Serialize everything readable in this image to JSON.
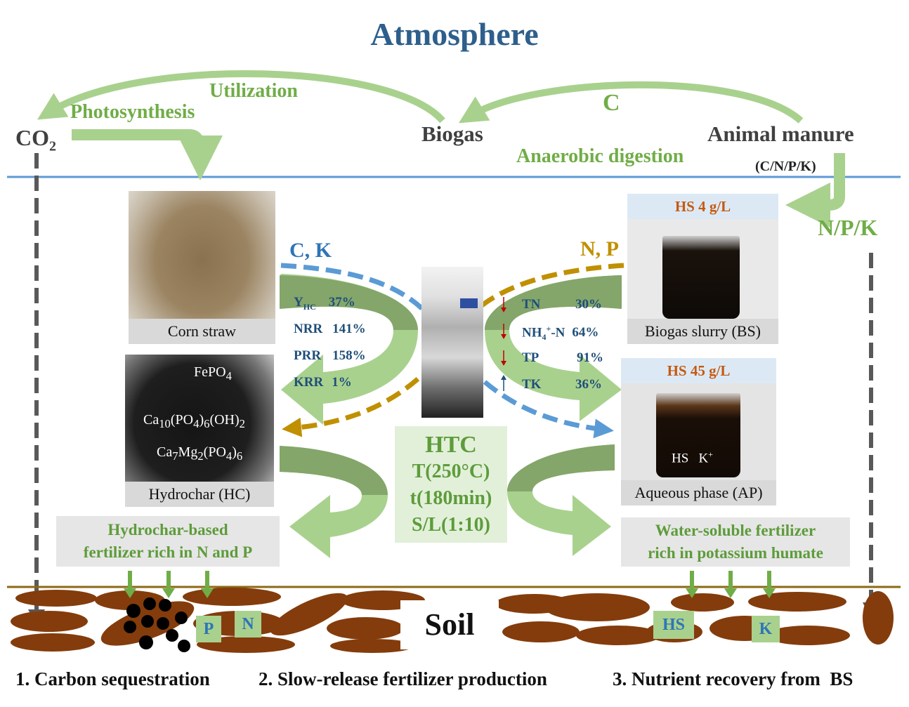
{
  "title": "Atmosphere",
  "atmosphere": {
    "co2": "CO",
    "co2_sub": "2",
    "photosynthesis": "Photosynthesis",
    "utilization": "Utilization",
    "biogas": "Biogas",
    "c_label": "C",
    "animal_manure": "Animal manure",
    "anaerobic_digestion": "Anaerobic digestion",
    "cnpk": "(C/N/P/K)",
    "npk": "N/P/K"
  },
  "left": {
    "ck_label": "C, K",
    "corn_straw": "Corn straw",
    "hydrochar": "Hydrochar (HC)",
    "fepo4": "FePO",
    "fepo4_sub": "4",
    "hap": [
      "Ca",
      "10",
      "(PO",
      "4",
      ")",
      "6",
      "(OH)",
      "2"
    ],
    "camg": [
      "Ca",
      "7",
      "Mg",
      "2",
      "(PO",
      "4",
      ")",
      "6"
    ],
    "stats": [
      {
        "name": "Y",
        "sub": "HC",
        "value": "37%"
      },
      {
        "name": "NRR",
        "value": "141%"
      },
      {
        "name": "PRR",
        "value": "158%"
      },
      {
        "name": "KRR",
        "value": "1%"
      }
    ],
    "fertilizer": [
      "Hydrochar-based",
      "fertilizer rich in N and P"
    ]
  },
  "right": {
    "np_label": "N, P",
    "bs_hs": "HS 4 g/L",
    "bs_caption": "Biogas slurry (BS)",
    "ap_hs": "HS 45 g/L",
    "ap_caption": "Aqueous phase (AP)",
    "ap_inner": "HS   K",
    "ap_inner_sup": "+",
    "stats": [
      {
        "name": "TN",
        "value": "30%",
        "trend": "down"
      },
      {
        "name": "NH",
        "sub": "4",
        "sup": "+",
        "suffix": "-N",
        "value": "64%",
        "trend": "down"
      },
      {
        "name": "TP",
        "value": "91%",
        "trend": "down"
      },
      {
        "name": "TK",
        "value": "36%",
        "trend": "up"
      }
    ],
    "fertilizer": [
      "Water-soluble fertilizer",
      "rich in potassium humate"
    ]
  },
  "htc": {
    "title": "HTC",
    "temp": "T(250°C)",
    "time": "t(180min)",
    "ratio": "S/L(1:10)"
  },
  "soil": {
    "label": "Soil",
    "nutrients": [
      "P",
      "N",
      "HS",
      "K"
    ]
  },
  "bottom": [
    "1. Carbon sequestration",
    "2. Slow-release fertilizer production",
    "3. Nutrient recovery from  BS"
  ],
  "colors": {
    "title": "#2e5f8c",
    "green": "#70ad47",
    "dark_green": "#548235",
    "blue_dash": "#5b9bd5",
    "gold_dash": "#c09000",
    "soil": "#843c0c",
    "horizon": "#5b9bd5"
  }
}
